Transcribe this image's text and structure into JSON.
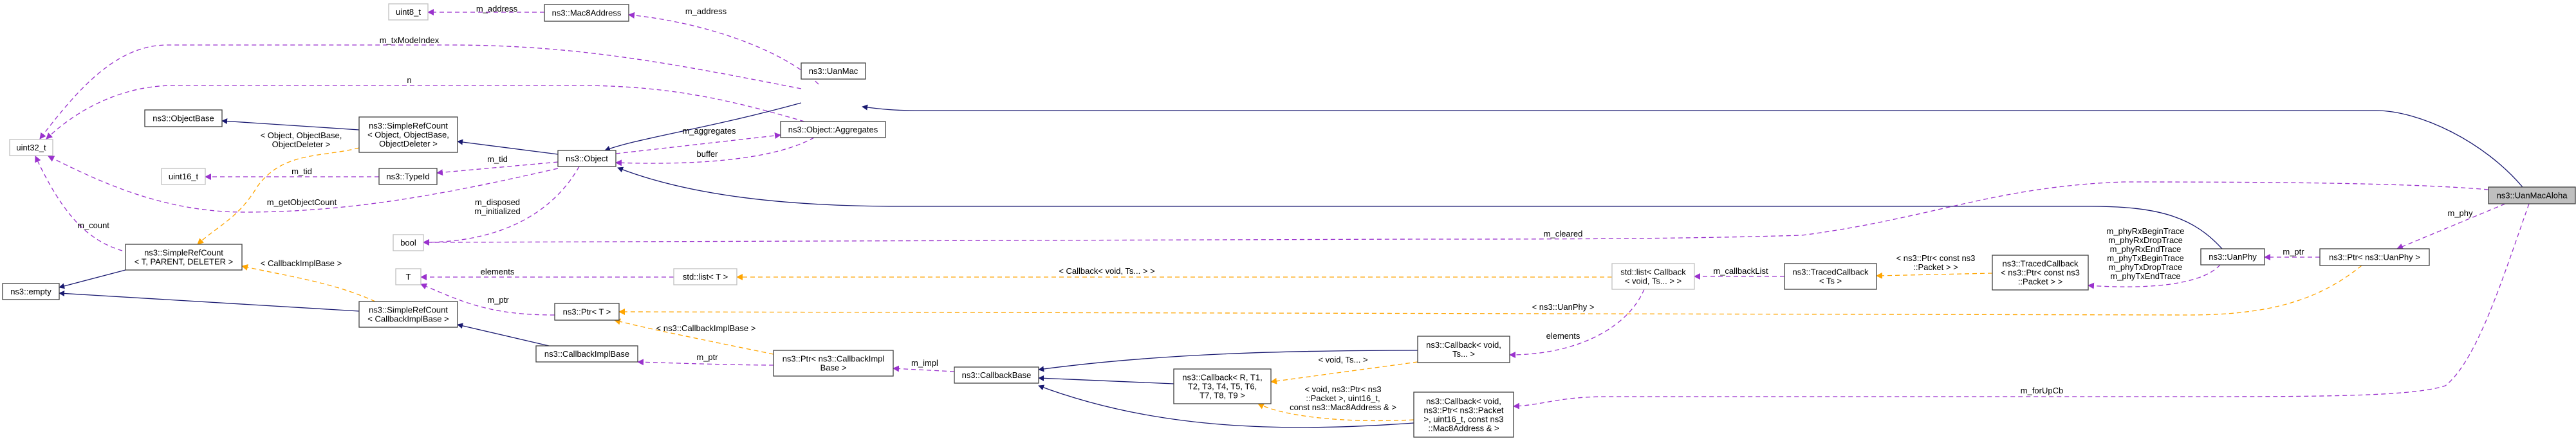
{
  "diagram": {
    "colors": {
      "inheritance": "#191970",
      "usage": "#9a32cd",
      "template": "#ffa500",
      "current_fill": "#bfbfbf"
    },
    "nodes": [
      {
        "id": "uint8",
        "lines": [
          "uint8_t"
        ],
        "kind": "undoc"
      },
      {
        "id": "mac8",
        "lines": [
          "ns3::Mac8Address"
        ],
        "kind": "doc"
      },
      {
        "id": "uanmac",
        "lines": [
          "ns3::UanMac"
        ],
        "kind": "doc"
      },
      {
        "id": "uint32",
        "lines": [
          "uint32_t"
        ],
        "kind": "undoc"
      },
      {
        "id": "objectbase",
        "lines": [
          "ns3::ObjectBase"
        ],
        "kind": "doc"
      },
      {
        "id": "src_obj",
        "lines": [
          "ns3::SimpleRefCount",
          "< Object, ObjectBase,",
          "ObjectDeleter >"
        ],
        "kind": "doc"
      },
      {
        "id": "uint16",
        "lines": [
          "uint16_t"
        ],
        "kind": "undoc"
      },
      {
        "id": "typeid",
        "lines": [
          "ns3::TypeId"
        ],
        "kind": "doc"
      },
      {
        "id": "object",
        "lines": [
          "ns3::Object"
        ],
        "kind": "doc"
      },
      {
        "id": "aggregates",
        "lines": [
          "ns3::Object::Aggregates"
        ],
        "kind": "doc"
      },
      {
        "id": "src_tpd",
        "lines": [
          "ns3::SimpleRefCount",
          "< T, PARENT, DELETER >"
        ],
        "kind": "doc"
      },
      {
        "id": "empty",
        "lines": [
          "ns3::empty"
        ],
        "kind": "doc"
      },
      {
        "id": "bool",
        "lines": [
          "bool"
        ],
        "kind": "undoc"
      },
      {
        "id": "t",
        "lines": [
          "T"
        ],
        "kind": "undoc"
      },
      {
        "id": "src_cib",
        "lines": [
          "ns3::SimpleRefCount",
          "< CallbackImplBase >"
        ],
        "kind": "doc"
      },
      {
        "id": "list_t",
        "lines": [
          "std::list< T >"
        ],
        "kind": "undoc"
      },
      {
        "id": "ptr_t",
        "lines": [
          "ns3::Ptr< T >"
        ],
        "kind": "doc"
      },
      {
        "id": "cib",
        "lines": [
          "ns3::CallbackImplBase"
        ],
        "kind": "doc"
      },
      {
        "id": "ptr_cib",
        "lines": [
          "ns3::Ptr< ns3::CallbackImpl",
          "Base >"
        ],
        "kind": "doc"
      },
      {
        "id": "callbackbase",
        "lines": [
          "ns3::CallbackBase"
        ],
        "kind": "doc"
      },
      {
        "id": "cb_r",
        "lines": [
          "ns3::Callback< R, T1,",
          "T2, T3, T4, T5, T6,",
          "T7, T8, T9 >"
        ],
        "kind": "doc"
      },
      {
        "id": "cb_void",
        "lines": [
          "ns3::Callback< void,",
          "Ts... >"
        ],
        "kind": "doc"
      },
      {
        "id": "cb_pkt",
        "lines": [
          "ns3::Callback< void,",
          "ns3::Ptr< ns3::Packet",
          ">, uint16_t, const ns3",
          "::Mac8Address & >"
        ],
        "kind": "doc"
      },
      {
        "id": "list_cb",
        "lines": [
          "std::list< Callback",
          "< void, Ts... > >"
        ],
        "kind": "undoc"
      },
      {
        "id": "tc_ts",
        "lines": [
          "ns3::TracedCallback",
          "< Ts >"
        ],
        "kind": "doc"
      },
      {
        "id": "tc_pkt",
        "lines": [
          "ns3::TracedCallback",
          "< ns3::Ptr< const ns3",
          "::Packet > >"
        ],
        "kind": "doc"
      },
      {
        "id": "uanphy",
        "lines": [
          "ns3::UanPhy"
        ],
        "kind": "doc"
      },
      {
        "id": "ptr_uanphy",
        "lines": [
          "ns3::Ptr< ns3::UanPhy >"
        ],
        "kind": "doc"
      },
      {
        "id": "aloha",
        "lines": [
          "ns3::UanMacAloha"
        ],
        "kind": "current"
      }
    ],
    "edges": [
      {
        "id": "e1",
        "type": "inheritance",
        "from": "aloha",
        "to": "uanmac",
        "label": []
      },
      {
        "id": "e2",
        "type": "inheritance",
        "from": "uanmac",
        "to": "object",
        "label": []
      },
      {
        "id": "e3",
        "type": "inheritance",
        "from": "uanphy",
        "to": "object",
        "label": []
      },
      {
        "id": "e4",
        "type": "usage",
        "from": "uanmac",
        "to": "uint32",
        "label": [
          "m_txModeIndex"
        ]
      },
      {
        "id": "e5",
        "type": "usage",
        "from": "aggregates",
        "to": "uint32",
        "label": [
          "n"
        ]
      },
      {
        "id": "e6",
        "type": "usage",
        "from": "uanmac",
        "to": "mac8",
        "label": [
          "m_address"
        ]
      },
      {
        "id": "e7",
        "type": "usage",
        "from": "mac8",
        "to": "uint8",
        "label": [
          "m_address"
        ]
      },
      {
        "id": "e8",
        "type": "inheritance",
        "from": "object",
        "to": "src_obj",
        "label": []
      },
      {
        "id": "e9",
        "type": "inheritance",
        "from": "src_obj",
        "to": "objectbase",
        "label": []
      },
      {
        "id": "e10",
        "type": "template",
        "from": "src_obj",
        "to": "src_tpd",
        "label": [
          "< Object, ObjectBase,",
          "ObjectDeleter >"
        ]
      },
      {
        "id": "e11",
        "type": "usage",
        "from": "object",
        "to": "aggregates",
        "label": [
          "m_aggregates"
        ]
      },
      {
        "id": "e12",
        "type": "usage",
        "from": "aggregates",
        "to": "object",
        "label": [
          "buffer"
        ]
      },
      {
        "id": "e13",
        "type": "usage",
        "from": "object",
        "to": "typeid",
        "label": [
          "m_tid"
        ]
      },
      {
        "id": "e14",
        "type": "usage",
        "from": "typeid",
        "to": "uint16",
        "label": [
          "m_tid"
        ]
      },
      {
        "id": "e15",
        "type": "usage",
        "from": "object",
        "to": "uint32",
        "label": [
          "m_getObjectCount"
        ]
      },
      {
        "id": "e16",
        "type": "usage",
        "from": "src_tpd",
        "to": "uint32",
        "label": [
          "m_count"
        ]
      },
      {
        "id": "e17",
        "type": "usage",
        "from": "object",
        "to": "bool",
        "label": [
          "m_disposed",
          "m_initialized"
        ]
      },
      {
        "id": "e18",
        "type": "inheritance",
        "from": "src_tpd",
        "to": "empty",
        "label": []
      },
      {
        "id": "e19",
        "type": "inheritance",
        "from": "src_cib",
        "to": "empty",
        "label": []
      },
      {
        "id": "e20",
        "type": "template",
        "from": "src_cib",
        "to": "src_tpd",
        "label": [
          "< CallbackImplBase >"
        ]
      },
      {
        "id": "e21",
        "type": "inheritance",
        "from": "cib",
        "to": "src_cib",
        "label": []
      },
      {
        "id": "e22",
        "type": "template",
        "from": "ptr_cib",
        "to": "ptr_t",
        "label": [
          "< ns3::CallbackImplBase >"
        ]
      },
      {
        "id": "e23",
        "type": "usage",
        "from": "ptr_cib",
        "to": "cib",
        "label": [
          "m_ptr"
        ]
      },
      {
        "id": "e24",
        "type": "usage",
        "from": "ptr_t",
        "to": "t",
        "label": [
          "m_ptr"
        ]
      },
      {
        "id": "e25",
        "type": "usage",
        "from": "list_t",
        "to": "t",
        "label": [
          "elements"
        ]
      },
      {
        "id": "e26",
        "type": "template",
        "from": "list_cb",
        "to": "list_t",
        "label": [
          "< Callback< void, Ts... > >"
        ]
      },
      {
        "id": "e27",
        "type": "template",
        "from": "ptr_uanphy",
        "to": "ptr_t",
        "label": [
          "< ns3::UanPhy >"
        ]
      },
      {
        "id": "e28",
        "type": "usage",
        "from": "callbackbase",
        "to": "ptr_cib",
        "label": [
          "m_impl"
        ]
      },
      {
        "id": "e29",
        "type": "inheritance",
        "from": "cb_void",
        "to": "callbackbase",
        "label": []
      },
      {
        "id": "e30",
        "type": "inheritance",
        "from": "cb_r",
        "to": "callbackbase",
        "label": []
      },
      {
        "id": "e31",
        "type": "inheritance",
        "from": "cb_pkt",
        "to": "callbackbase",
        "label": []
      },
      {
        "id": "e32",
        "type": "template",
        "from": "cb_void",
        "to": "cb_r",
        "label": [
          "< void, Ts... >"
        ]
      },
      {
        "id": "e33",
        "type": "template",
        "from": "cb_pkt",
        "to": "cb_r",
        "label": [
          "< void, ns3::Ptr< ns3",
          "::Packet >, uint16_t,",
          "const ns3::Mac8Address & >"
        ]
      },
      {
        "id": "e34",
        "type": "usage",
        "from": "list_cb",
        "to": "cb_void",
        "label": [
          "elements"
        ]
      },
      {
        "id": "e35",
        "type": "usage",
        "from": "tc_ts",
        "to": "list_cb",
        "label": [
          "m_callbackList"
        ]
      },
      {
        "id": "e36",
        "type": "template",
        "from": "tc_pkt",
        "to": "tc_ts",
        "label": [
          "< ns3::Ptr< const ns3",
          "::Packet > >"
        ]
      },
      {
        "id": "e37",
        "type": "usage",
        "from": "uanphy",
        "to": "tc_pkt",
        "label": [
          "m_phyRxBeginTrace",
          "m_phyRxDropTrace",
          "m_phyRxEndTrace",
          "m_phyTxBeginTrace",
          "m_phyTxDropTrace",
          "m_phyTxEndTrace"
        ]
      },
      {
        "id": "e38",
        "type": "usage",
        "from": "ptr_uanphy",
        "to": "uanphy",
        "label": [
          "m_ptr"
        ]
      },
      {
        "id": "e39",
        "type": "usage",
        "from": "aloha",
        "to": "ptr_uanphy",
        "label": [
          "m_phy"
        ]
      },
      {
        "id": "e40",
        "type": "usage",
        "from": "aloha",
        "to": "bool",
        "label": [
          "m_cleared"
        ]
      },
      {
        "id": "e41",
        "type": "usage",
        "from": "aloha",
        "to": "cb_pkt",
        "label": [
          "m_forUpCb"
        ]
      }
    ]
  }
}
